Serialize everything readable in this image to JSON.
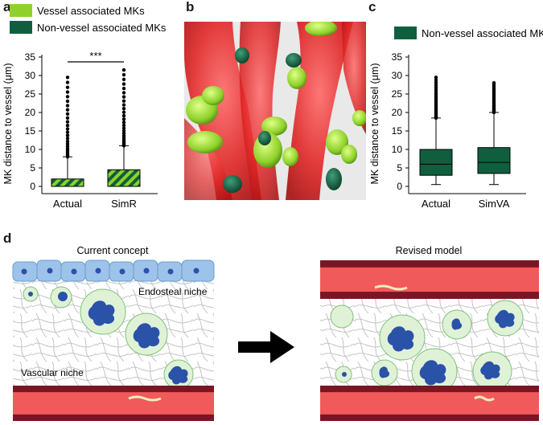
{
  "figure": {
    "panel_a": {
      "letter": "a",
      "legend": [
        {
          "label": "Vessel associated MKs",
          "color": "#8fd12a"
        },
        {
          "label": "Non-vessel associated MKs",
          "color": "#0f5f3e"
        }
      ],
      "ylabel": "MK distance to vessel (μm)",
      "significance": "***",
      "yticks": [
        "0",
        "5",
        "10",
        "15",
        "20",
        "25",
        "30",
        "35"
      ]
    },
    "panel_b": {
      "letter": "b"
    },
    "panel_c": {
      "letter": "c",
      "legend": [
        {
          "label": "Non-vessel associated MKs",
          "color": "#0f5f3e"
        }
      ],
      "ylabel": "MK distance to vessel (μm)",
      "yticks": [
        "0",
        "5",
        "10",
        "15",
        "20",
        "25",
        "30",
        "35"
      ]
    },
    "panel_d": {
      "letter": "d",
      "left_title": "Current concept",
      "right_title": "Revised model",
      "label_endosteal": "Endosteal niche",
      "label_vascular": "Vascular niche"
    }
  },
  "chart_data": [
    {
      "type": "box",
      "panel": "a",
      "categories": [
        "Actual",
        "SimR"
      ],
      "ylim": [
        0,
        35
      ],
      "ylabel": "MK distance to vessel (μm)",
      "boxes": [
        {
          "category": "Actual",
          "q1": 0,
          "median": 0,
          "q3": 2,
          "whisker_low": 0,
          "whisker_high": 8,
          "outlier_max": 29.5
        },
        {
          "category": "SimR",
          "q1": 0,
          "median": 0,
          "q3": 4.5,
          "whisker_low": 0,
          "whisker_high": 11,
          "outlier_max": 31.5
        }
      ],
      "annotation": "***"
    },
    {
      "type": "box",
      "panel": "c",
      "categories": [
        "Actual",
        "SimVA"
      ],
      "ylim": [
        0,
        35
      ],
      "ylabel": "MK distance to vessel (μm)",
      "boxes": [
        {
          "category": "Actual",
          "q1": 3,
          "median": 6,
          "q3": 10,
          "whisker_low": 0.5,
          "whisker_high": 18.5,
          "outlier_max": 29.5
        },
        {
          "category": "SimVA",
          "q1": 3.5,
          "median": 6.5,
          "q3": 10.5,
          "whisker_low": 0.5,
          "whisker_high": 20,
          "outlier_max": 28
        }
      ]
    }
  ]
}
